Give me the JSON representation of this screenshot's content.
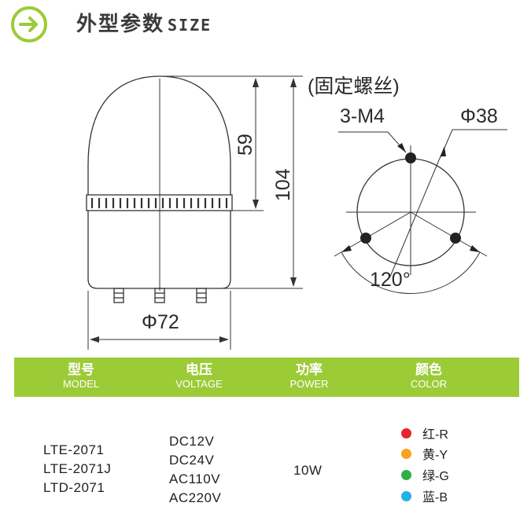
{
  "header": {
    "title_cn": "外型参数",
    "title_en": "SIZE"
  },
  "drawing": {
    "screw_note": "(固定螺丝)",
    "screw_spec": "3-M4",
    "hole_circle": "Φ38",
    "dim_dome": "59",
    "dim_height": "104",
    "dim_diameter": "Φ72",
    "angle": "120°"
  },
  "table": {
    "headers": [
      {
        "cn": "型号",
        "en": "MODEL"
      },
      {
        "cn": "电压",
        "en": "VOLTAGE"
      },
      {
        "cn": "功率",
        "en": "POWER"
      },
      {
        "cn": "颜色",
        "en": "COLOR"
      }
    ],
    "models": [
      "LTE-2071",
      "LTE-2071J",
      "LTD-2071"
    ],
    "voltages": [
      "DC12V",
      "DC24V",
      "AC110V",
      "AC220V"
    ],
    "power": "10W",
    "colors": [
      {
        "label": "红-R",
        "hex": "#e5262a"
      },
      {
        "label": "黄-Y",
        "hex": "#f7a31c"
      },
      {
        "label": "绿-G",
        "hex": "#2fae4a"
      },
      {
        "label": "蓝-B",
        "hex": "#1fb3e8"
      }
    ]
  },
  "accent_color": "#9ccb38"
}
